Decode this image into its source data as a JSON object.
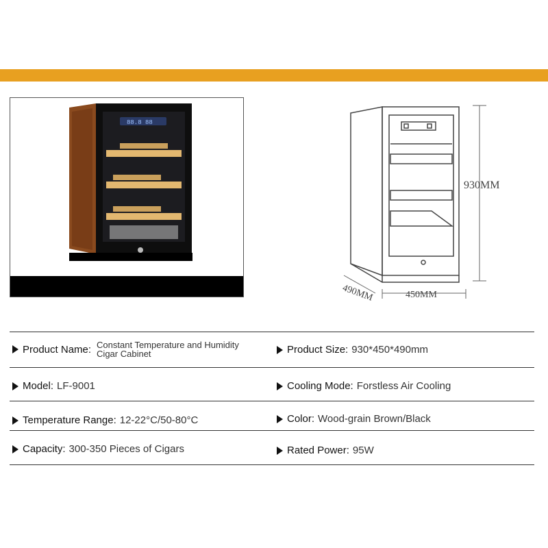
{
  "specs": [
    {
      "label": "Product Name:",
      "value_line1": "Constant Temperature and Humidity",
      "value_line2": "Cigar Cabinet"
    },
    {
      "label": "Product Size:",
      "value": "930*450*490mm"
    },
    {
      "label": "Model:",
      "value": "LF-9001"
    },
    {
      "label": "Cooling Mode:",
      "value": "Forstless Air Cooling"
    },
    {
      "label": "Temperature Range:",
      "value": "12-22°C/50-80°C"
    },
    {
      "label": "Color:",
      "value": "Wood-grain Brown/Black"
    },
    {
      "label": "Capacity:",
      "value": "300-350 Pieces of Cigars"
    },
    {
      "label": "Rated Power:",
      "value": "95W"
    }
  ],
  "dimensions": {
    "height": "930MM",
    "width": "450MM",
    "depth": "490MM"
  },
  "colors": {
    "accent_bar": "#e8a020",
    "wood": "#8a4a1e",
    "shelf": "#e3b870"
  }
}
